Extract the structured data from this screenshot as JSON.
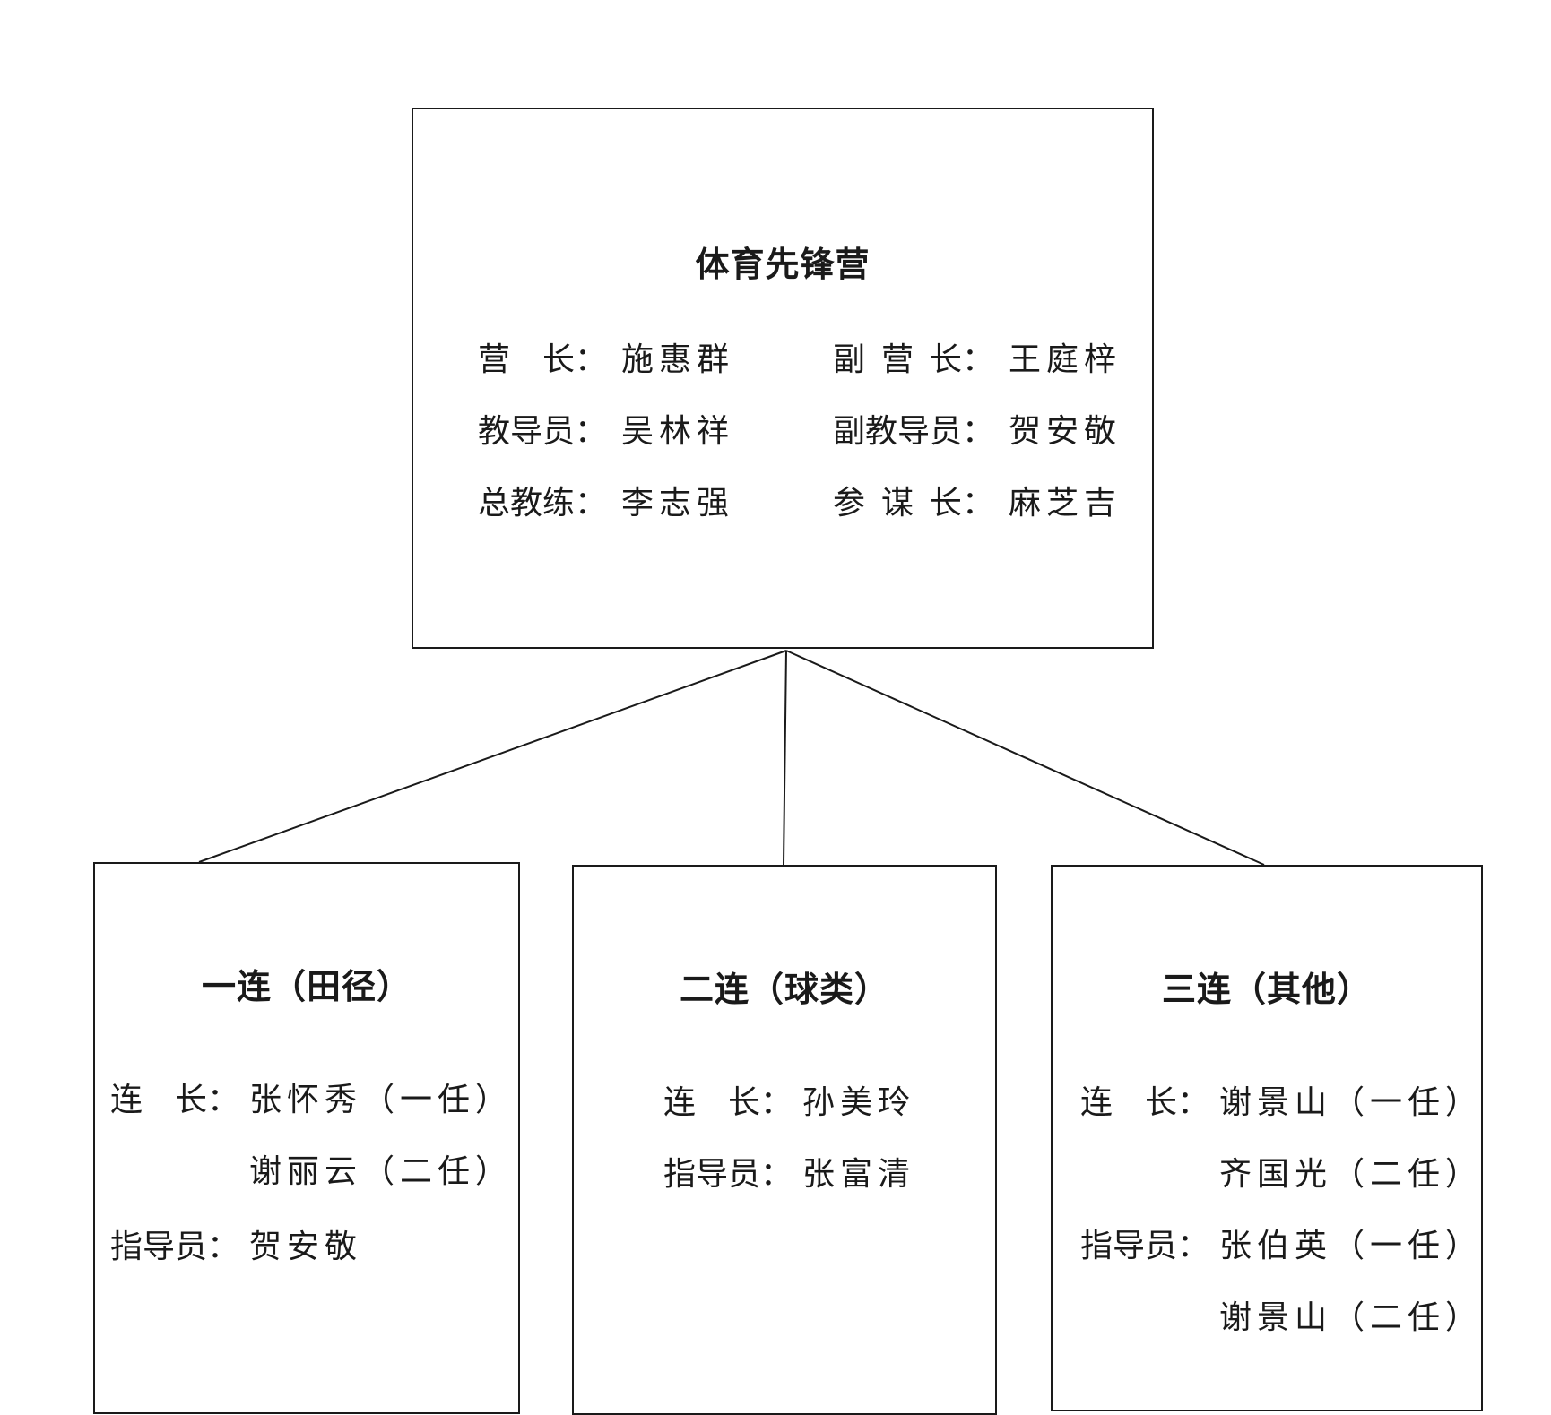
{
  "root": {
    "title": "体育先锋营",
    "roles": [
      {
        "label": "营 长",
        "value": "施惠群"
      },
      {
        "label": "副营长",
        "value": "王庭梓"
      },
      {
        "label": "教导员",
        "value": "吴林祥"
      },
      {
        "label": "副教导员",
        "value": "贺安敬"
      },
      {
        "label": "总教练",
        "value": "李志强"
      },
      {
        "label": "参谋长",
        "value": "麻芝吉"
      }
    ]
  },
  "companies": [
    {
      "title": "一连（田径）",
      "rows": [
        {
          "label": "连 长",
          "value": "张怀秀（一任）"
        },
        {
          "label": "",
          "value": "谢丽云（二任）"
        },
        {
          "label": "指导员",
          "value": "贺安敬"
        }
      ]
    },
    {
      "title": "二连（球类）",
      "rows": [
        {
          "label": "连 长",
          "value": "孙美玲"
        },
        {
          "label": "指导员",
          "value": "张富清"
        }
      ]
    },
    {
      "title": "三连（其他）",
      "rows": [
        {
          "label": "连 长",
          "value": "谢景山（一任）"
        },
        {
          "label": "",
          "value": "齐国光（二任）"
        },
        {
          "label": "指导员",
          "value": "张伯英（一任）"
        },
        {
          "label": "",
          "value": "谢景山（二任）"
        }
      ]
    }
  ],
  "punctuation": {
    "colon": "："
  }
}
